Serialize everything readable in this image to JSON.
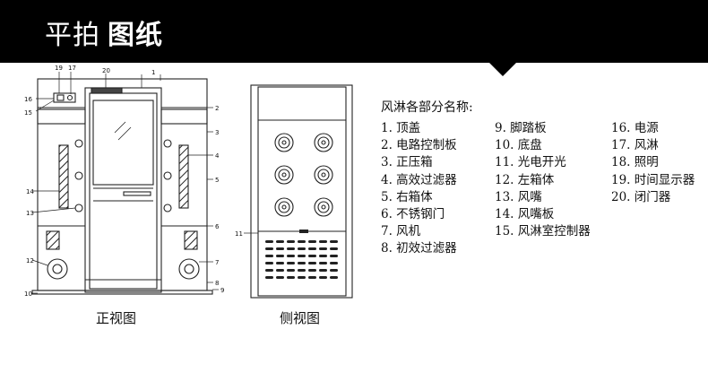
{
  "header": {
    "title_normal": "平拍",
    "title_bold": "图纸"
  },
  "legend": {
    "title": "风淋各部分名称:",
    "col1": [
      "1. 顶盖",
      "2. 电路控制板",
      "3. 正压箱",
      "4. 高效过滤器",
      "5. 右箱体",
      "6. 不锈钢门",
      "7. 风机",
      "8. 初效过滤器"
    ],
    "col2": [
      "9. 脚踏板",
      "10. 底盘",
      "11. 光电开光",
      "12. 左箱体",
      "13. 风嘴",
      "14. 风嘴板",
      "15. 风淋室控制器"
    ],
    "col3": [
      "16. 电源",
      "17. 风淋",
      "18. 照明",
      "19. 时间显示器",
      "20. 闭门器"
    ]
  },
  "captions": {
    "front": "正视图",
    "side": "侧视图"
  },
  "callouts": {
    "c1": "1",
    "c2": "2",
    "c3": "3",
    "c4": "4",
    "c5": "5",
    "c6": "6",
    "c7": "7",
    "c8": "8",
    "c9": "9",
    "c10": "10",
    "c11": "11",
    "c12": "12",
    "c13": "13",
    "c14": "14",
    "c15": "15",
    "c16": "16",
    "c17": "17",
    "c19": "19",
    "c20": "20"
  }
}
